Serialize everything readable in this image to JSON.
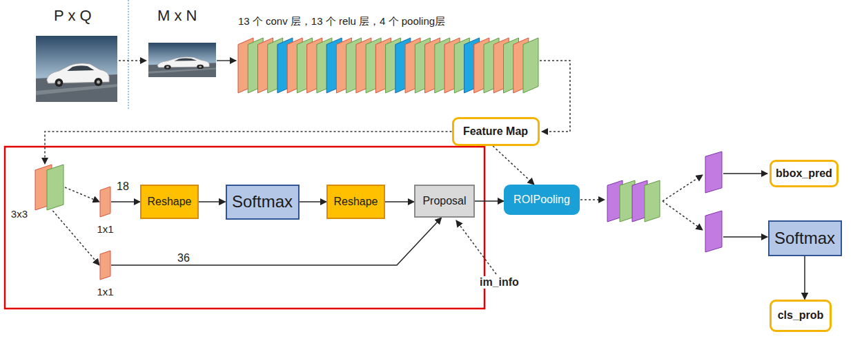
{
  "diagram": {
    "nodes": [
      {
        "text": [
          "Feature Map"
        ]
      },
      {
        "text": [
          "3x3"
        ]
      },
      {
        "text": [
          "1x1"
        ]
      },
      {
        "text": [
          "Reshape"
        ]
      },
      {
        "text": [
          "Softmax"
        ]
      },
      {
        "text": [
          "Reshape"
        ]
      },
      {
        "text": [
          "Proposal"
        ]
      },
      {
        "text": [
          "ROIPooling"
        ]
      },
      {
        "text": [
          "bbox_pred"
        ]
      },
      {
        "text": [
          "Softmax"
        ]
      },
      {
        "text": [
          "1x1"
        ]
      },
      {
        "text": [
          "cls_prob"
        ]
      }
    ],
    "edges": [
      {
        "from": 0,
        "to": 1,
        "arrow": "to"
      },
      {
        "from": 0,
        "to": 7,
        "arrow": "to"
      },
      {
        "from": 1,
        "to": 2,
        "arrow": "to"
      },
      {
        "from": 1,
        "to": 10,
        "arrow": "to"
      },
      {
        "from": 2,
        "to": 3,
        "label": "18",
        "arrow": "to"
      },
      {
        "from": 3,
        "to": 4,
        "arrow": "to"
      },
      {
        "from": 4,
        "to": 5,
        "arrow": "to"
      },
      {
        "from": 5,
        "to": 6,
        "arrow": "to"
      },
      {
        "from": 10,
        "to": 6,
        "label": "36",
        "arrow": "to"
      },
      {
        "from": 6,
        "to": 7,
        "arrow": "to"
      },
      {
        "from": 9,
        "to": 11,
        "arrow": "to"
      }
    ],
    "labels": [
      "P x Q",
      "M x N",
      "13 个 conv 层，13 个 relu 层，4 个 pooling层",
      "im_info"
    ]
  }
}
